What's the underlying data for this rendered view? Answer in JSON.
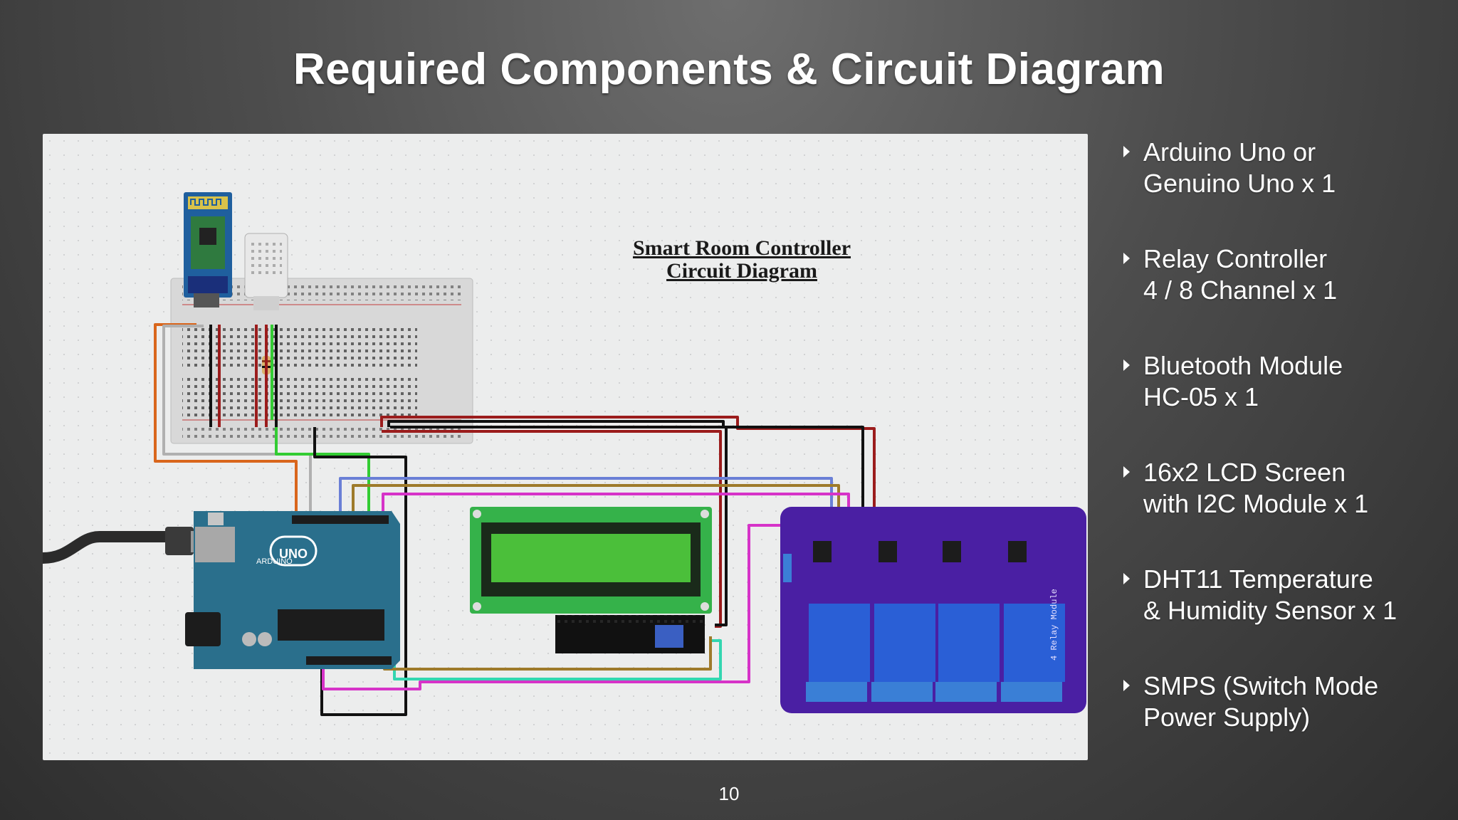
{
  "slide": {
    "title": "Required Components & Circuit Diagram",
    "page_number": "10"
  },
  "diagram": {
    "title_line1": "Smart Room Controller",
    "title_line2": "Circuit Diagram",
    "arduino_brand": "ARDUINO",
    "arduino_model": "UNO",
    "relay_module_label": "4 Relay Module"
  },
  "components": [
    {
      "line1": "Arduino Uno or",
      "line2": "Genuino Uno x 1"
    },
    {
      "line1": "Relay Controller",
      "line2": "4 / 8 Channel x 1"
    },
    {
      "line1": "Bluetooth Module",
      "line2": "HC-05 x 1"
    },
    {
      "line1": "16x2 LCD Screen",
      "line2": "with I2C Module x 1"
    },
    {
      "line1": "DHT11 Temperature",
      "line2": "& Humidity Sensor x 1"
    },
    {
      "line1": "SMPS (Switch Mode",
      "line2": "Power Supply)"
    }
  ],
  "colors": {
    "background": "#4d4d4d",
    "panel": "#eceded",
    "arduino_board": "#2a6f8c",
    "relay_board": "#4a1fa3",
    "lcd_screen": "#4bbf3a",
    "wire_red": "#9b1c1c",
    "wire_black": "#111111",
    "wire_orange": "#d9661c",
    "wire_green": "#33cc33",
    "wire_blue": "#6a7fd6",
    "wire_magenta": "#d633c8",
    "wire_cyan": "#33d6b0",
    "wire_brown": "#9e7a2a"
  }
}
